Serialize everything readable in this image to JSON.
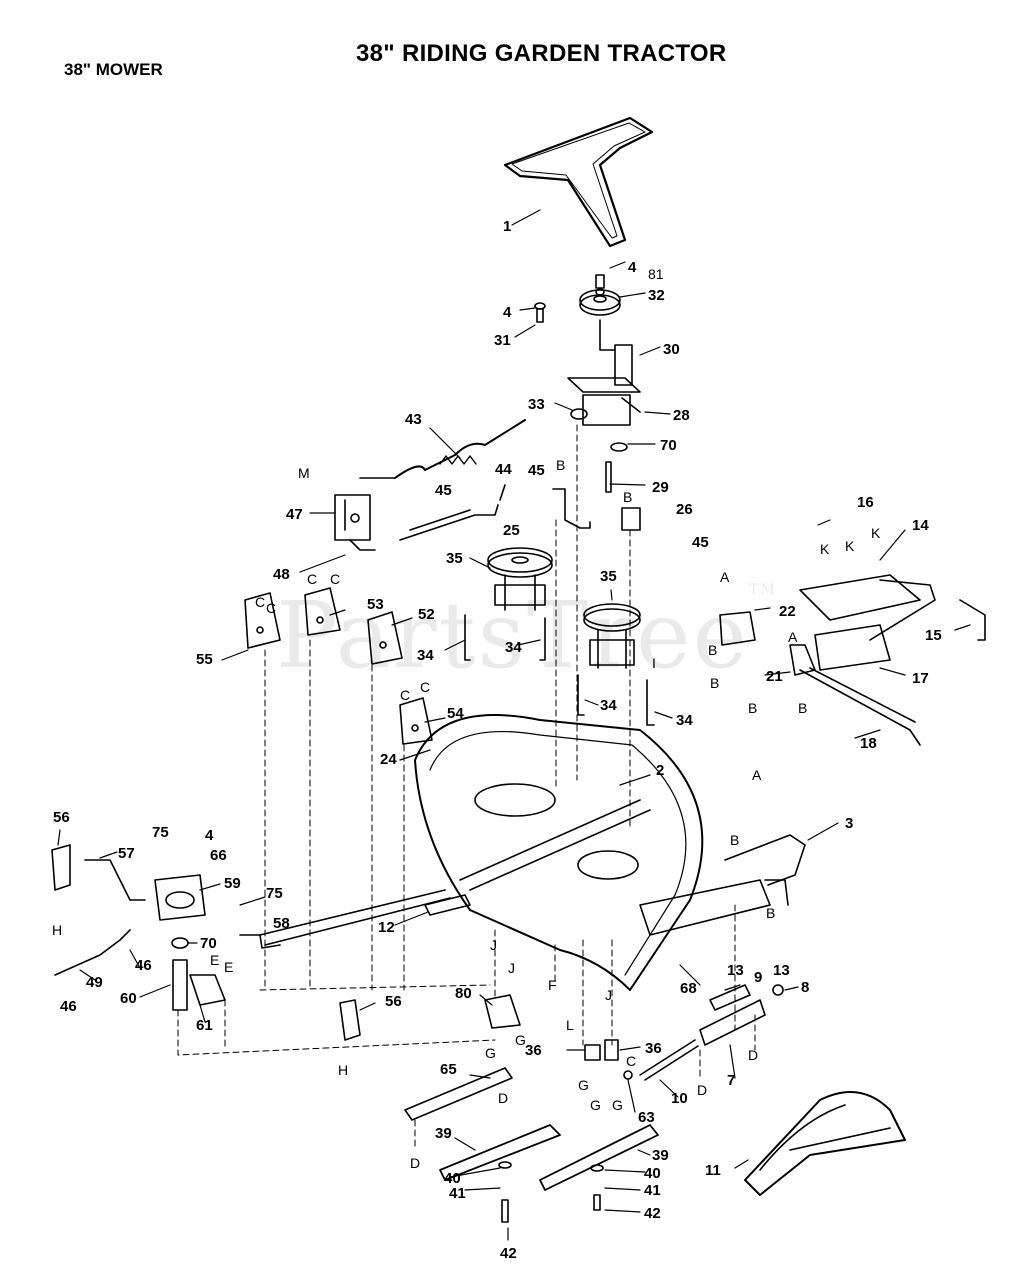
{
  "header": {
    "title": "38\" RIDING GARDEN TRACTOR",
    "subtitle": "38\" MOWER"
  },
  "watermark": {
    "text": "PartsTree",
    "mark": "TM"
  },
  "callouts": [
    "1",
    "4",
    "81",
    "32",
    "4",
    "31",
    "30",
    "33",
    "28",
    "70",
    "29",
    "43",
    "44",
    "45",
    "45",
    "B",
    "25",
    "B",
    "26",
    "M",
    "47",
    "48",
    "C",
    "C",
    "35",
    "35",
    "45",
    "A",
    "22",
    "16",
    "K",
    "K",
    "K",
    "14",
    "15",
    "17",
    "A",
    "21",
    "B",
    "B",
    "B",
    "B",
    "18",
    "C",
    "C",
    "55",
    "53",
    "52",
    "C",
    "C",
    "54",
    "34",
    "34",
    "34",
    "34",
    "I",
    "24",
    "2",
    "3",
    "A",
    "B",
    "B",
    "56",
    "57",
    "75",
    "4",
    "66",
    "59",
    "75",
    "58",
    "70",
    "12",
    "46",
    "49",
    "46",
    "60",
    "61",
    "E",
    "E",
    "H",
    "56",
    "H",
    "J",
    "J",
    "F",
    "L",
    "J",
    "68",
    "13",
    "9",
    "13",
    "8",
    "80",
    "G",
    "G",
    "36",
    "36",
    "C",
    "63",
    "G",
    "G",
    "G",
    "65",
    "D",
    "D",
    "10",
    "7",
    "D",
    "D",
    "39",
    "39",
    "40",
    "40",
    "41",
    "41",
    "42",
    "42",
    "11"
  ],
  "icons": [
    "drive-belt-icon",
    "deck-housing-icon",
    "grass-chute-icon"
  ]
}
